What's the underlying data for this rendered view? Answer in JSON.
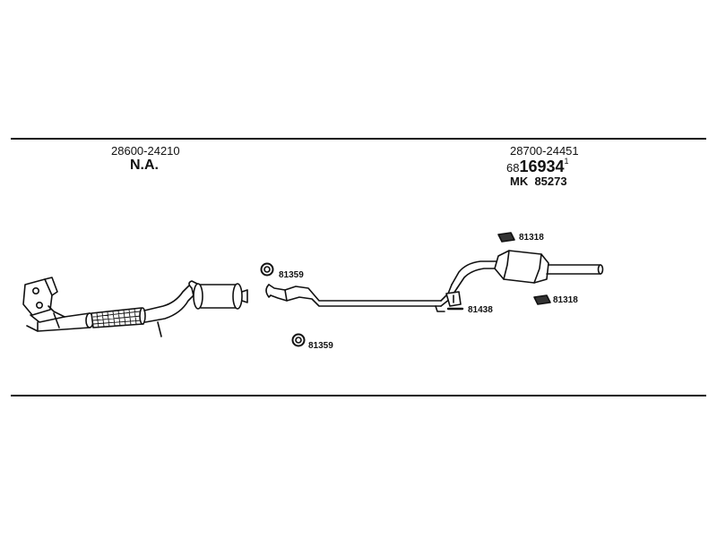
{
  "left_section": {
    "part_number": "28600-24210",
    "status": "N.A."
  },
  "right_section": {
    "part_number": "28700-24451",
    "ref_prefix": "68",
    "ref_main": "16934",
    "ref_suffix": "1",
    "mk_label": "MK",
    "mk_number": "85273"
  },
  "callouts": {
    "clamp_upper": "81359",
    "clamp_lower": "81359",
    "hanger_middle": "81438",
    "rubber_top": "81318",
    "rubber_bottom": "81318"
  }
}
